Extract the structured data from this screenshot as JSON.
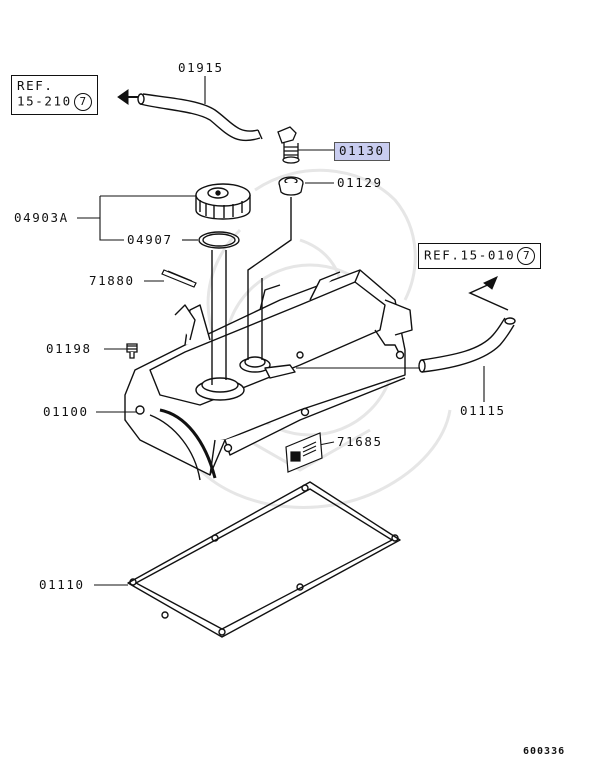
{
  "parts": {
    "p01915": "01915",
    "p01130": "01130",
    "p01129": "01129",
    "p04903A": "04903A",
    "p04907": "04907",
    "p71880": "71880",
    "p01198": "01198",
    "p01100": "01100",
    "p71685": "71685",
    "p01110": "01110",
    "p01115": "01115"
  },
  "refs": {
    "ref1_line1": "REF.",
    "ref1_line2": "15-210",
    "ref1_num": "7",
    "ref2_text": "REF.15-010",
    "ref2_num": "7"
  },
  "figure_number": "600336",
  "colors": {
    "highlight": "#c9cdf0",
    "line": "#111111",
    "watermark": "#ececec"
  }
}
